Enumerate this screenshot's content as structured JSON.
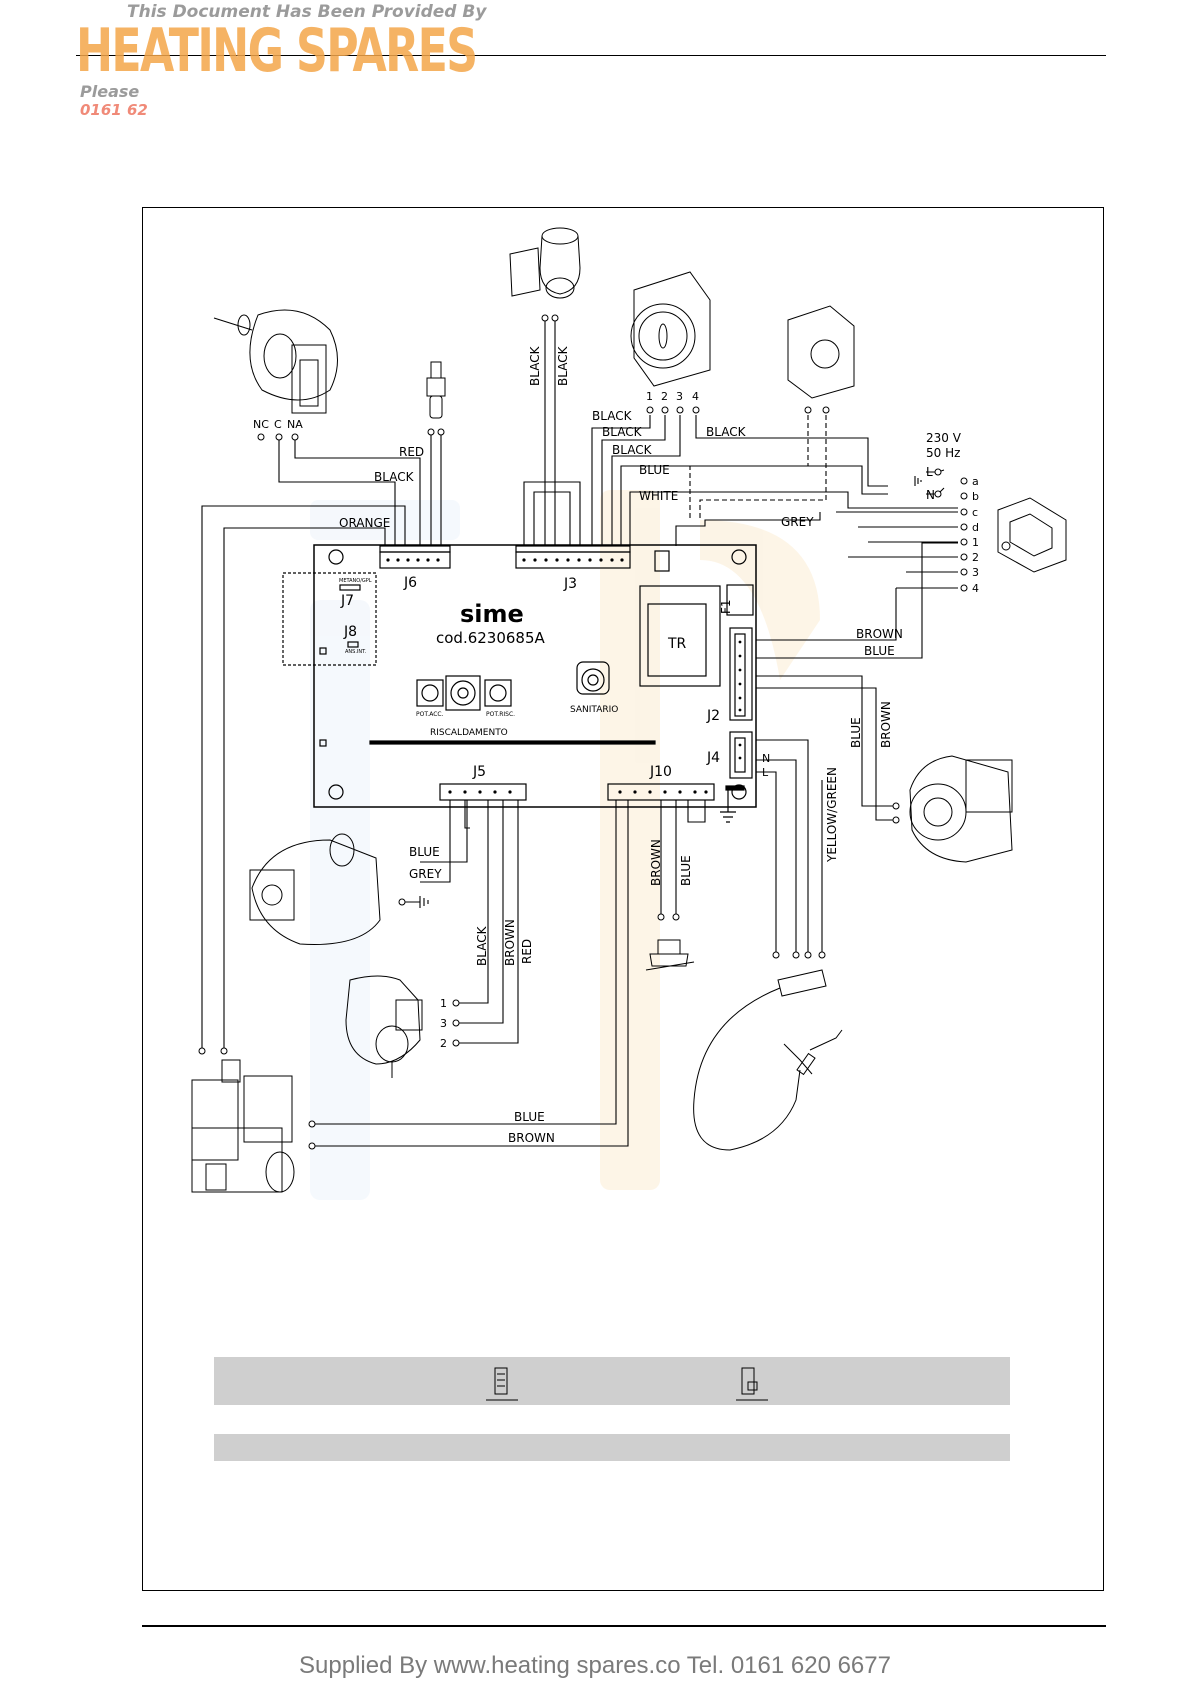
{
  "watermark": {
    "provided_by": "This Document Has Been Provided By",
    "brand": "HEATING SPARES",
    "please": "Please",
    "phone": "0161 62"
  },
  "footer": "Supplied By www.heating spares.co  Tel. 0161 620 6677",
  "board": {
    "logo": "sime",
    "code": "cod.6230685A",
    "transformer": "TR",
    "fuse": "F1",
    "connectors": [
      "J6",
      "J3",
      "J7",
      "J8",
      "J2",
      "J4",
      "J5",
      "J10"
    ],
    "pots": [
      "POT.ACC.",
      "POT.RISC."
    ],
    "sanitario": "SANITARIO",
    "riscaldamento": "RISCALDAMENTO",
    "j7_label": "METANO/GPL",
    "j8_label": "ANS.INT."
  },
  "wires": {
    "black": "BLACK",
    "red": "RED",
    "orange": "ORANGE",
    "blue": "BLUE",
    "white": "WHITE",
    "grey": "GREY",
    "brown": "BROWN",
    "yellow_green": "YELLOW/GREEN"
  },
  "terminals": {
    "switch": [
      "NC",
      "C",
      "NA"
    ],
    "timer": [
      "1",
      "2",
      "3",
      "4"
    ],
    "supply_voltage": "230 V",
    "supply_freq": "50 Hz",
    "supply_lines": [
      "L",
      "N"
    ],
    "selector": [
      "a",
      "b",
      "c",
      "d",
      "1",
      "2",
      "3",
      "4"
    ],
    "j4_pins": [
      "N",
      "L"
    ],
    "pressure": [
      "1",
      "3",
      "2"
    ]
  }
}
